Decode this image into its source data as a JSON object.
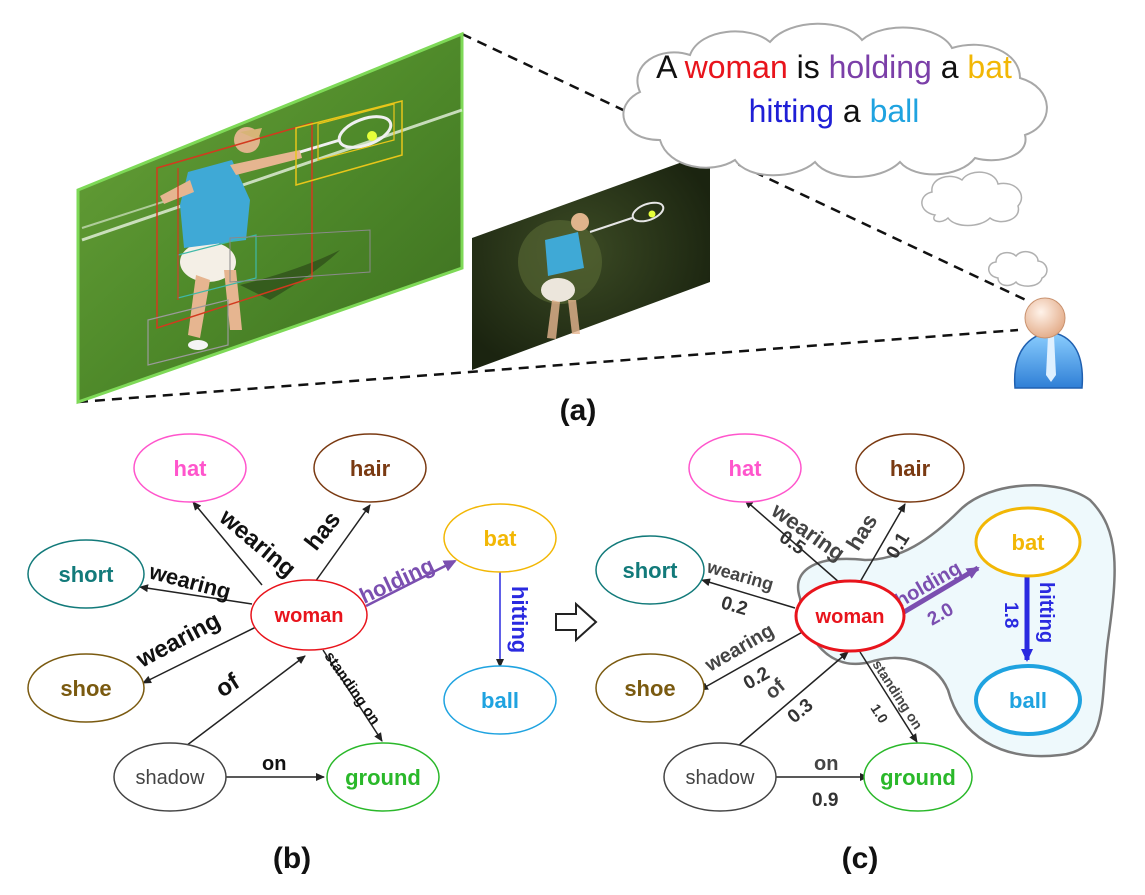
{
  "caption": {
    "words": [
      {
        "text": "A",
        "color": "#111111"
      },
      {
        "text": "woman",
        "color": "#e8141c"
      },
      {
        "text": "is",
        "color": "#111111"
      },
      {
        "text": "holding",
        "color": "#7b3fa8"
      },
      {
        "text": "a",
        "color": "#111111"
      },
      {
        "text": "bat",
        "color": "#f2b705"
      },
      {
        "text": "hitting",
        "color": "#1f1fd6"
      },
      {
        "text": "a",
        "color": "#111111"
      },
      {
        "text": "ball",
        "color": "#1fa3e0"
      }
    ]
  },
  "panels": {
    "a": "(a)",
    "b": "(b)",
    "c": "(c)"
  },
  "icons": {
    "arrow": "hollow-right-arrow-icon",
    "person": "user-avatar-icon"
  },
  "nodes": {
    "hat": {
      "label": "hat",
      "color": "#ff55cc"
    },
    "hair": {
      "label": "hair",
      "color": "#7a3a12"
    },
    "bat": {
      "label": "bat",
      "color": "#f2b705"
    },
    "short": {
      "label": "short",
      "color": "#127a7a"
    },
    "woman": {
      "label": "woman",
      "color": "#e8141c"
    },
    "shoe": {
      "label": "shoe",
      "color": "#7a5a10"
    },
    "ball": {
      "label": "ball",
      "color": "#1fa3e0"
    },
    "shadow": {
      "label": "shadow",
      "color": "#444444"
    },
    "ground": {
      "label": "ground",
      "color": "#2ab82a"
    }
  },
  "relations": {
    "wearing_hat": {
      "label": "wearing",
      "weight": "0.5"
    },
    "has_hair": {
      "label": "has",
      "weight": "0.1"
    },
    "wearing_short": {
      "label": "wearing",
      "weight": "0.2"
    },
    "wearing_shoe": {
      "label": "wearing",
      "weight": "0.2"
    },
    "holding_bat": {
      "label": "holding",
      "weight": "2.0",
      "color": "#7b4fb0"
    },
    "hitting_ball": {
      "label": "hitting",
      "weight": "1.8",
      "color": "#2a2ae0"
    },
    "of_shadow": {
      "label": "of",
      "weight": "0.3"
    },
    "standing_on": {
      "label": "standing on",
      "weight": "1.0"
    },
    "on_ground": {
      "label": "on",
      "weight": "0.9"
    }
  }
}
